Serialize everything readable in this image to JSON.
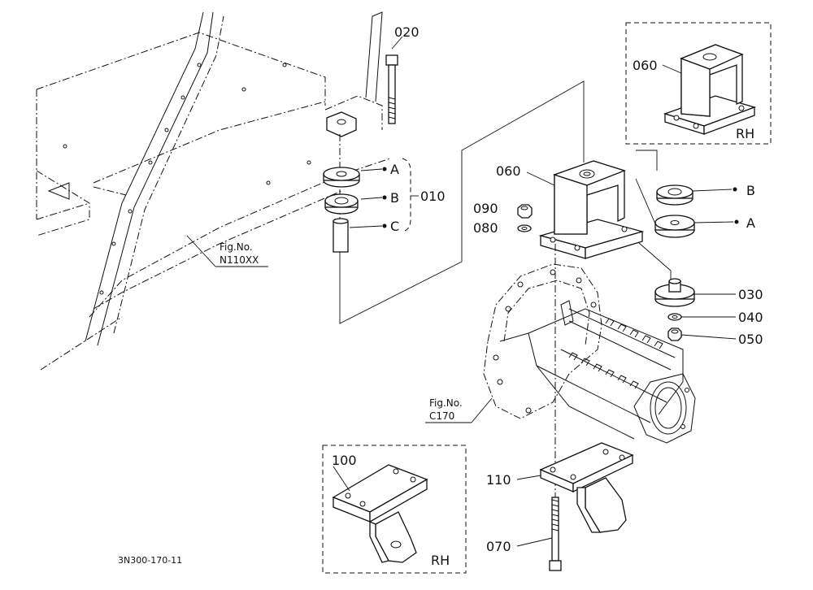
{
  "diagram_id": "3N300-170-11",
  "parts": {
    "p010": "010",
    "p020": "020",
    "p030": "030",
    "p040": "040",
    "p050": "050",
    "p060_main": "060",
    "p060_rh": "060",
    "p070": "070",
    "p080": "080",
    "p090": "090",
    "p100": "100",
    "p110": "110"
  },
  "sub_labels": {
    "left_a": "A",
    "left_b": "B",
    "left_c": "C",
    "right_b": "B",
    "right_a": "A"
  },
  "figure_refs": {
    "n110": {
      "line1": "Fig.No.",
      "line2": "N110XX"
    },
    "c170": {
      "line1": "Fig.No.",
      "line2": "C170"
    }
  },
  "rh_labels": {
    "top": "RH",
    "bottom": "RH"
  }
}
